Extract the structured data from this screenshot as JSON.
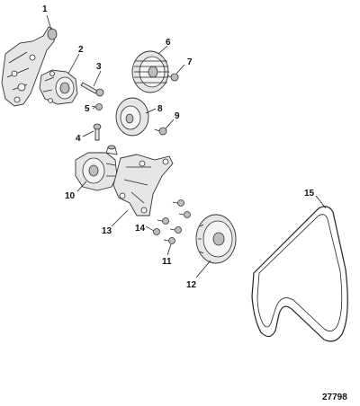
{
  "figure_number": "27798",
  "callouts": [
    {
      "id": "c1",
      "label": "1"
    },
    {
      "id": "c2",
      "label": "2"
    },
    {
      "id": "c3",
      "label": "3"
    },
    {
      "id": "c4",
      "label": "4"
    },
    {
      "id": "c5",
      "label": "5"
    },
    {
      "id": "c6",
      "label": "6"
    },
    {
      "id": "c7",
      "label": "7"
    },
    {
      "id": "c8",
      "label": "8"
    },
    {
      "id": "c9",
      "label": "9"
    },
    {
      "id": "c10",
      "label": "10"
    },
    {
      "id": "c11",
      "label": "11"
    },
    {
      "id": "c12",
      "label": "12"
    },
    {
      "id": "c13",
      "label": "13"
    },
    {
      "id": "c14",
      "label": "14"
    },
    {
      "id": "c15",
      "label": "15"
    }
  ]
}
